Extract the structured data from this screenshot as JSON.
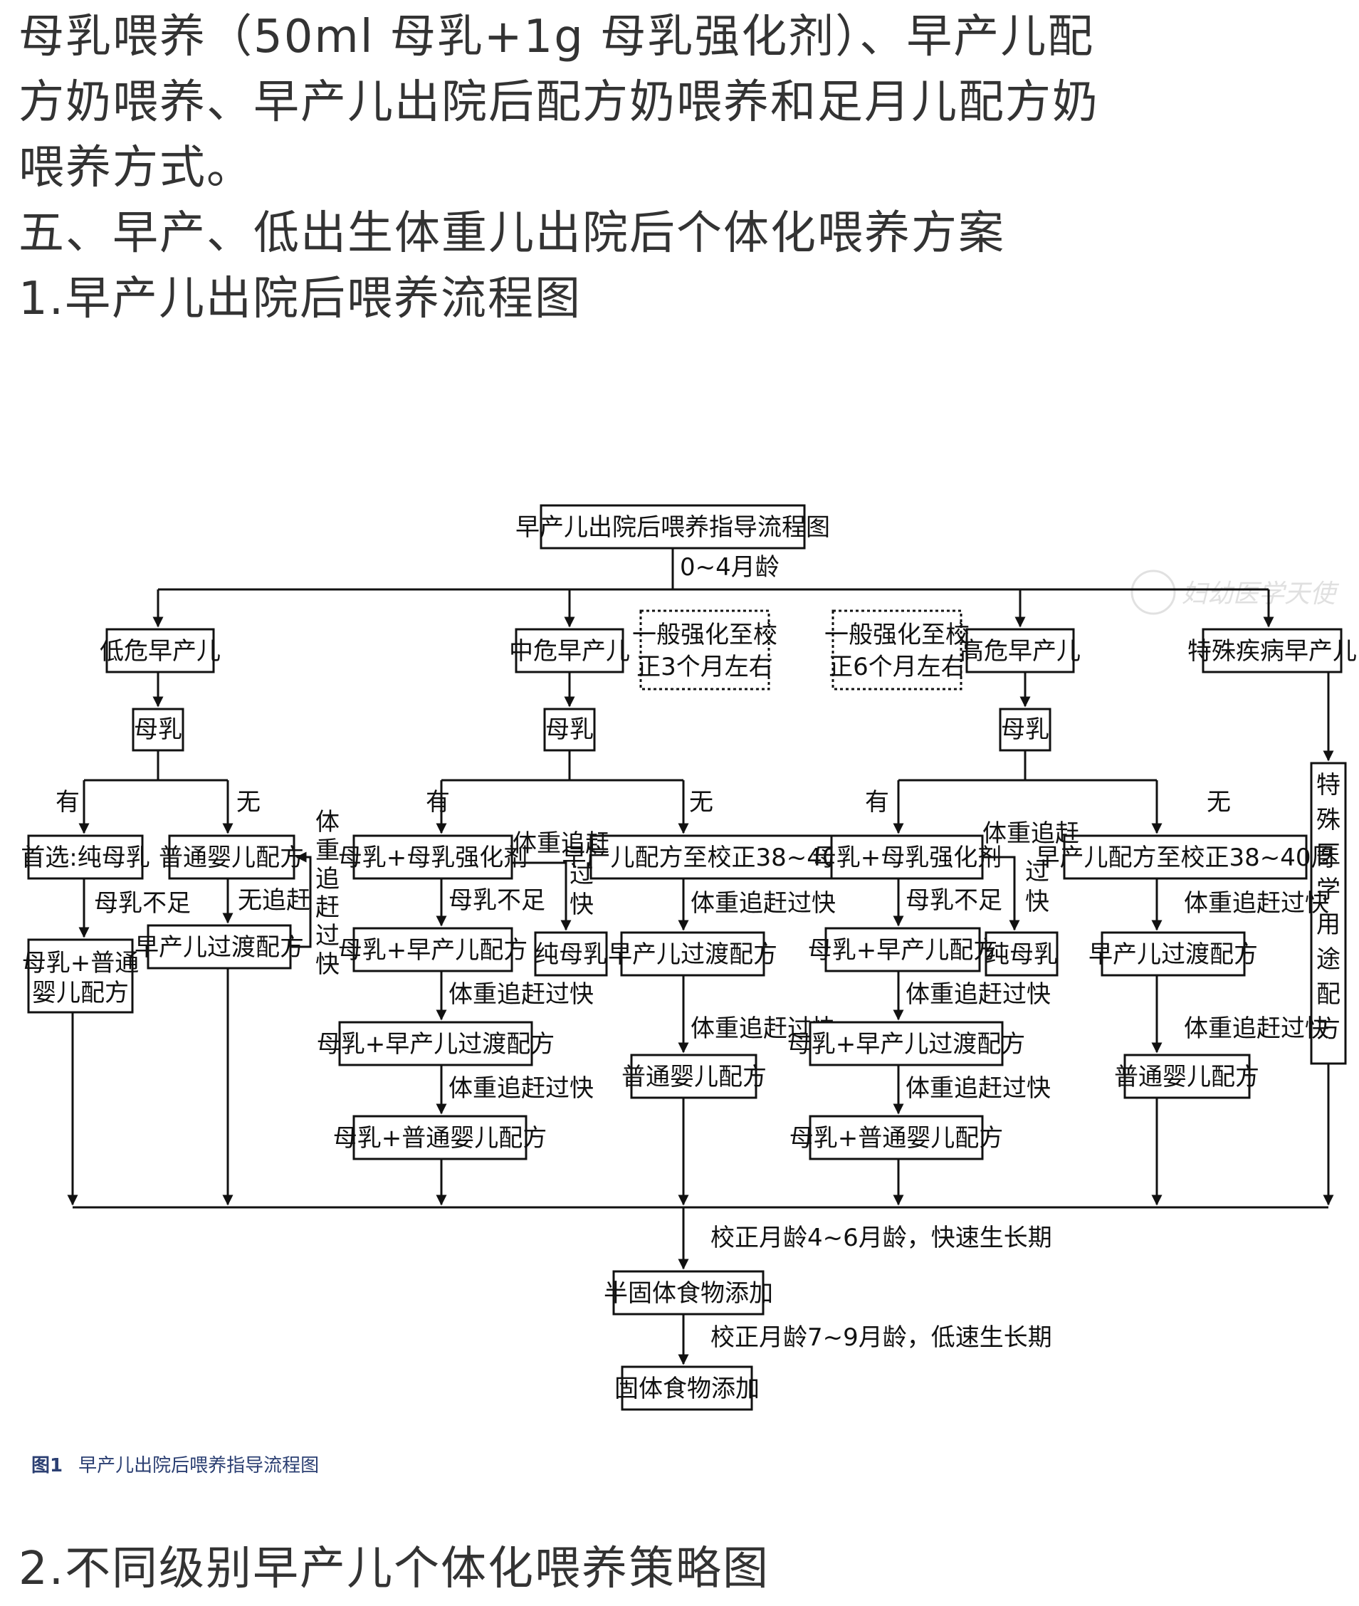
{
  "article": {
    "line1": "母乳喂养（50ml 母乳+1g 母乳强化剂）、早产儿配",
    "line2": "方奶喂养、早产儿出院后配方奶喂养和足月儿配方奶",
    "line3": "喂养方式。",
    "section5": "五、早产、低出生体重儿出院后个体化喂养方案",
    "sub1": "1.早产儿出院后喂养流程图",
    "sub2": "2.不同级别早产儿个体化喂养策略图"
  },
  "watermark": "妇幼医学天使",
  "flowchart": {
    "title": "早产儿出院后喂养指导流程图",
    "age_range": "0~4月龄",
    "branches": {
      "low": "低危早产儿",
      "mid": "中危早产儿",
      "high": "高危早产儿",
      "special": "特殊疾病早产儿"
    },
    "notes": {
      "mid_line1": "一般强化至校",
      "mid_line2": "正3个月左右",
      "high_line1": "一般强化至校",
      "high_line2": "正6个月左右"
    },
    "breastmilk": "母乳",
    "yes": "有",
    "no": "无",
    "low_yes_box": "首选:纯母乳",
    "low_no_box": "普通婴儿配方",
    "insufficient": "母乳不足",
    "no_catchup": "无追赶",
    "low_mix_line1": "母乳+普通",
    "low_mix_line2": "婴儿配方",
    "transition": "早产儿过渡配方",
    "fast_catchup_vertical": [
      "体",
      "重",
      "追",
      "赶",
      "过",
      "快"
    ],
    "fortifier": "母乳+母乳强化剂",
    "catchup_too_fast": "体重追赶过快",
    "fast_branch": {
      "line1": "体重追赶",
      "c1": "过",
      "c2": "快"
    },
    "pure_breastmilk": "纯母乳",
    "preterm_formula_38_40": "早产儿配方至校正38~40周",
    "bm_preterm_formula": "母乳+早产儿配方",
    "bm_transition": "母乳+早产儿过渡配方",
    "bm_regular": "母乳+普通婴儿配方",
    "regular_formula": "普通婴儿配方",
    "special_formula_vertical": [
      "特",
      "殊",
      "医",
      "学",
      "用",
      "途",
      "配",
      "方"
    ],
    "stage1": "校正月龄4~6月龄，快速生长期",
    "semi_solid": "半固体食物添加",
    "stage2": "校正月龄7~9月龄，低速生长期",
    "solid": "固体食物添加"
  },
  "caption": {
    "label": "图1",
    "text": "早产儿出院后喂养指导流程图"
  }
}
